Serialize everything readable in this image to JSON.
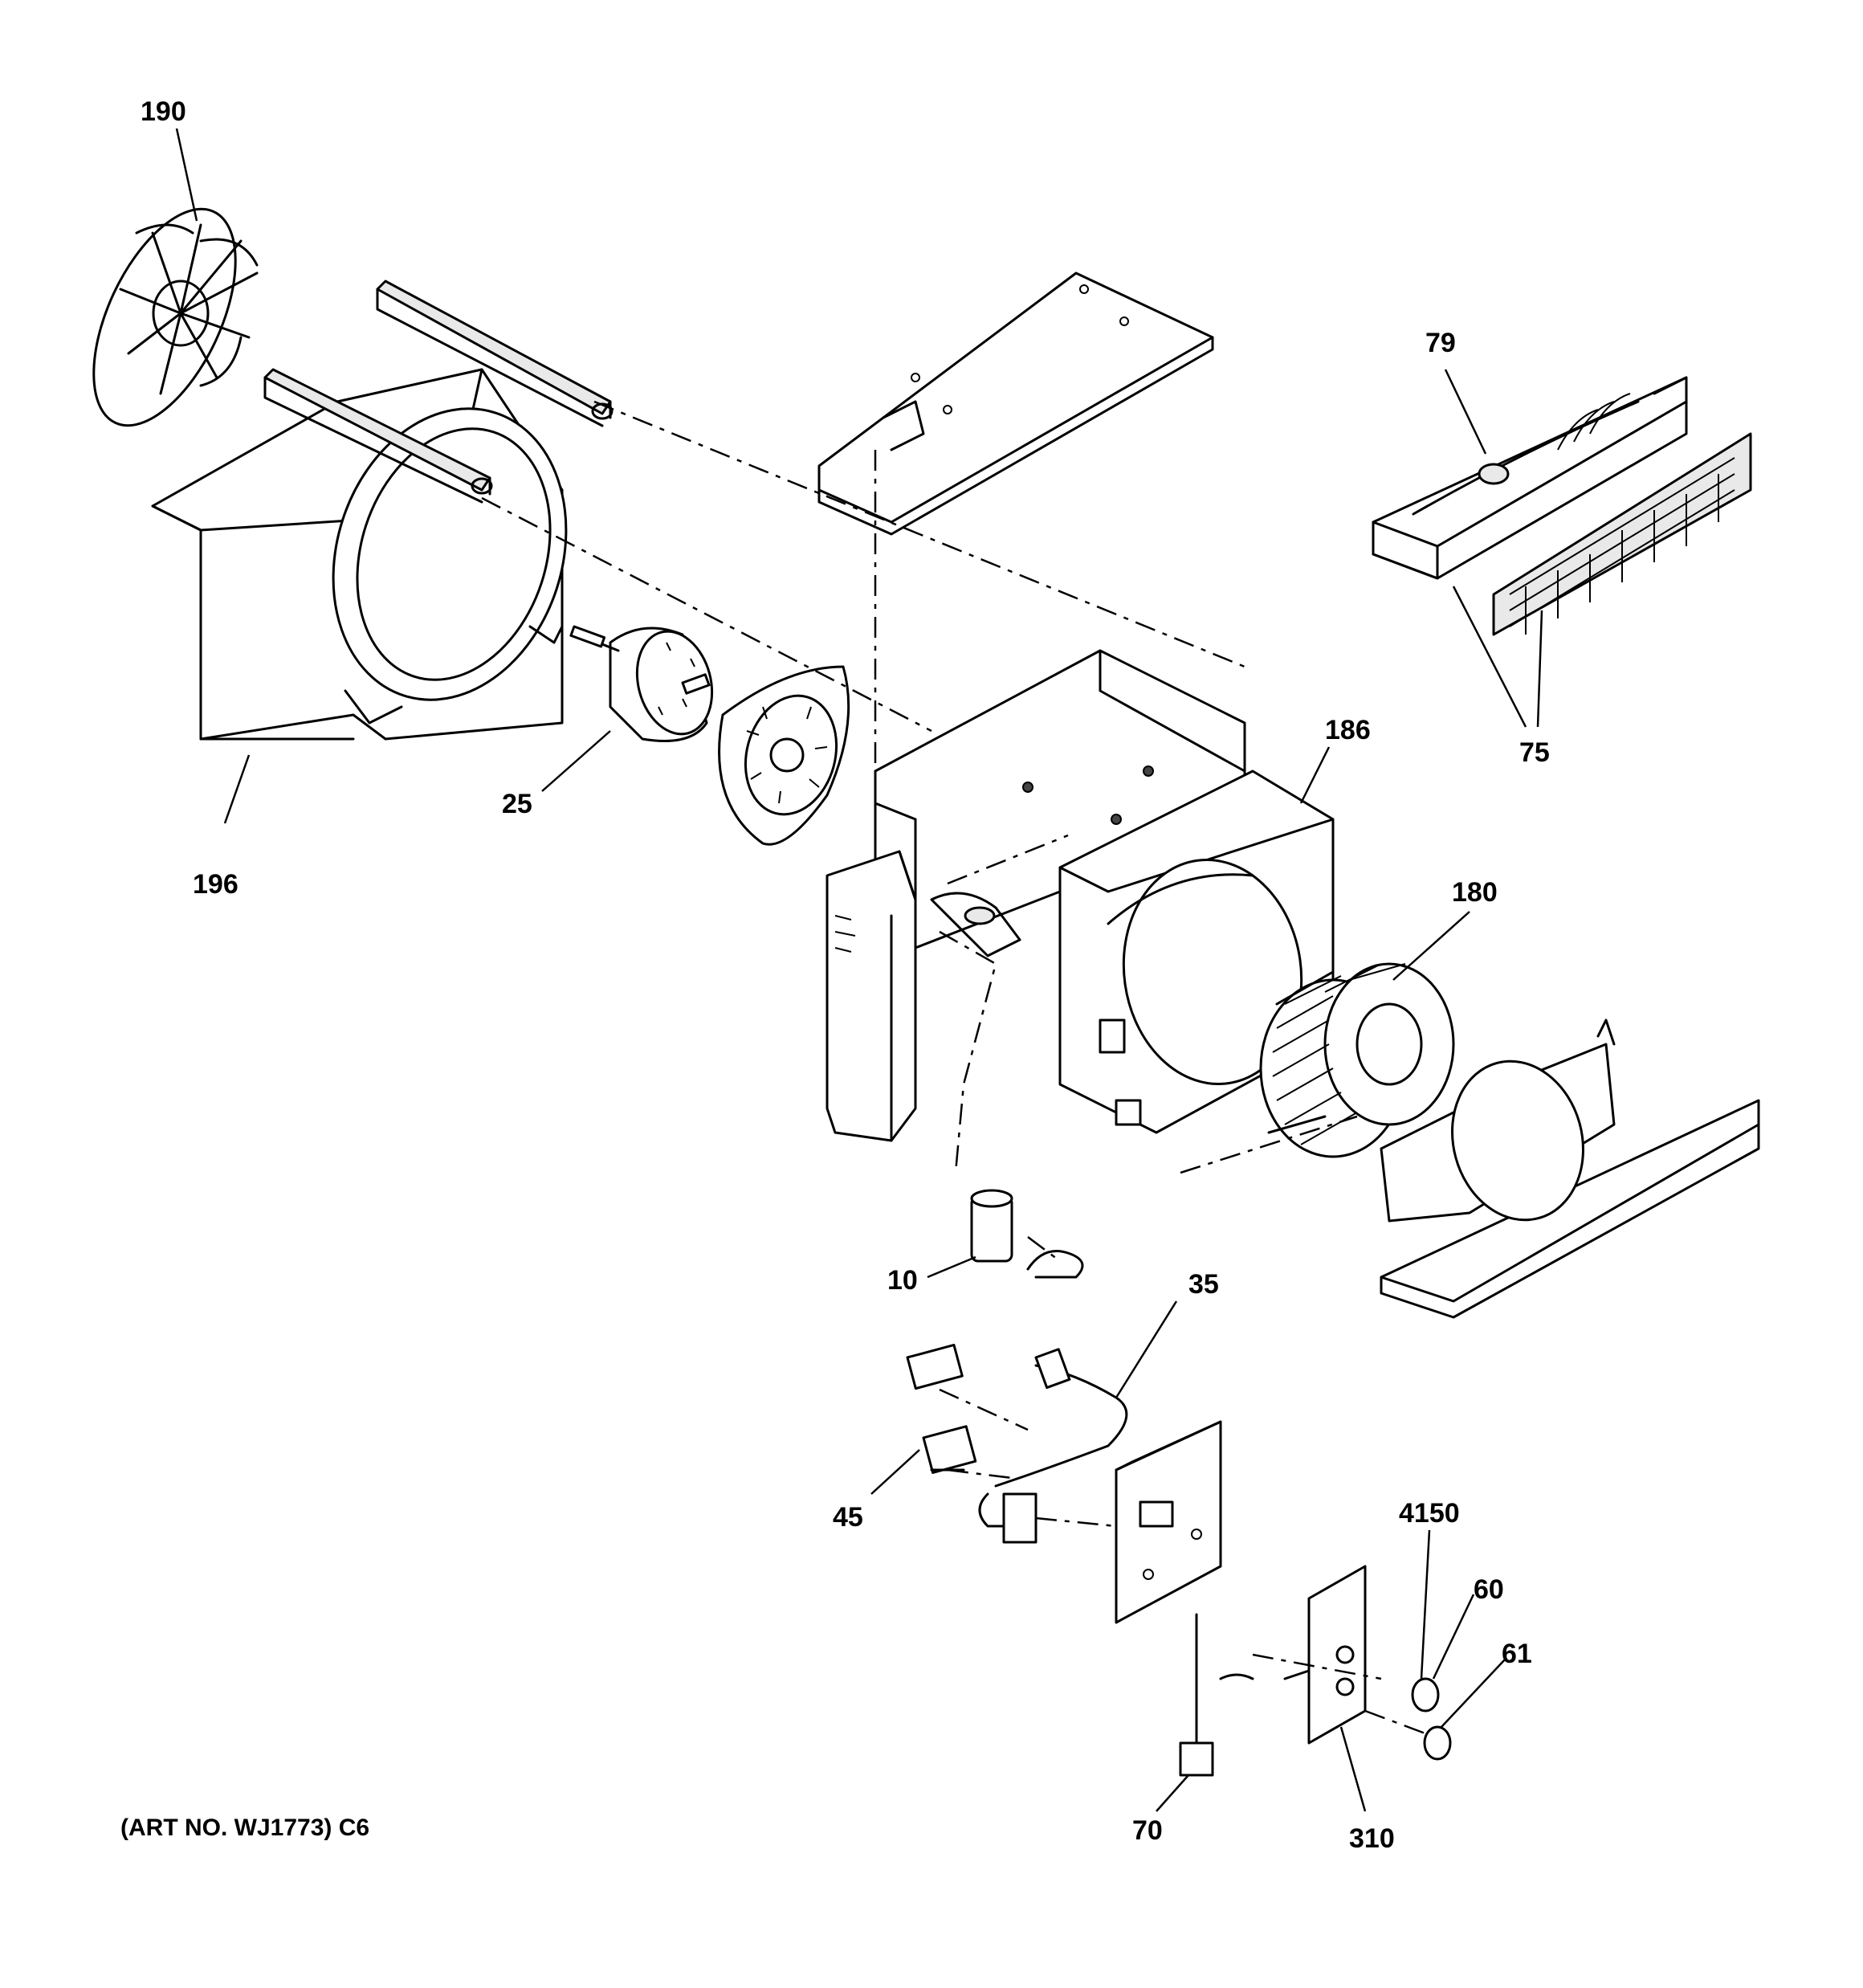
{
  "diagram": {
    "art_number": "(ART NO. WJ1773) C6",
    "part_labels": [
      {
        "id": "190",
        "text": "190"
      },
      {
        "id": "196",
        "text": "196"
      },
      {
        "id": "25",
        "text": "25"
      },
      {
        "id": "79",
        "text": "79"
      },
      {
        "id": "75",
        "text": "75"
      },
      {
        "id": "186",
        "text": "186"
      },
      {
        "id": "180",
        "text": "180"
      },
      {
        "id": "10",
        "text": "10"
      },
      {
        "id": "35",
        "text": "35"
      },
      {
        "id": "45",
        "text": "45"
      },
      {
        "id": "4150",
        "text": "4150"
      },
      {
        "id": "60",
        "text": "60"
      },
      {
        "id": "61",
        "text": "61"
      },
      {
        "id": "70",
        "text": "70"
      },
      {
        "id": "310",
        "text": "310"
      }
    ]
  }
}
